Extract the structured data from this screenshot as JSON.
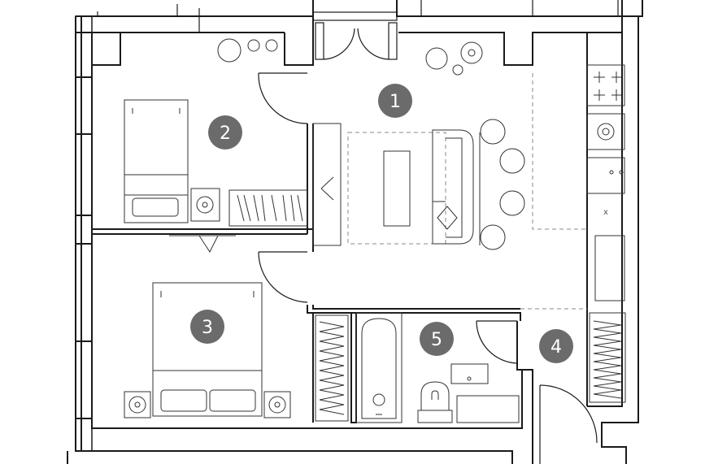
{
  "rooms": [
    {
      "number": "1"
    },
    {
      "number": "2"
    },
    {
      "number": "3"
    },
    {
      "number": "4"
    },
    {
      "number": "5"
    }
  ],
  "kitchen_mark": "x",
  "colors": {
    "wall": "#1a1a1a",
    "line": "#333333",
    "badge": "#6b6b6b",
    "background": "#ffffff"
  }
}
